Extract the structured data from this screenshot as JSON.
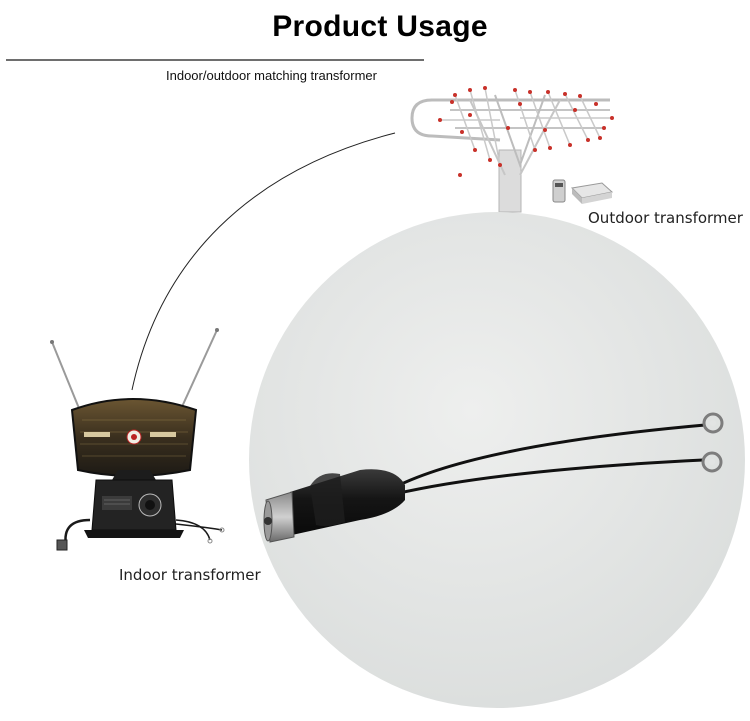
{
  "header": {
    "title": "Product Usage",
    "subtitle": "Indoor/outdoor matching transformer"
  },
  "labels": {
    "outdoor": "Outdoor transformer",
    "indoor": "Indoor transformer"
  },
  "colors": {
    "antenna_element_tip": "#c8312a",
    "antenna_frame": "#c9c9c9",
    "indoor_antenna_body": "#1d1b17",
    "indoor_antenna_panel": "#5b4a2c",
    "cable": "#1a1a1a",
    "photo_background": "#e9ebea"
  }
}
